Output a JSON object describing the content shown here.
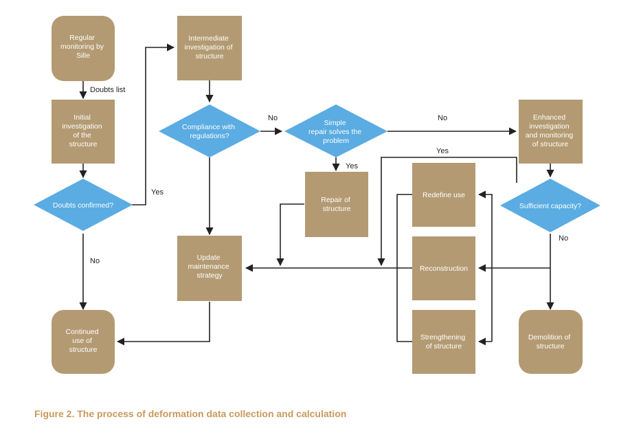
{
  "colors": {
    "box": "#b39a72",
    "decision": "#5aace2",
    "line": "#222222",
    "text": "#ffffff",
    "caption": "#c8995c"
  },
  "nodes": {
    "regular_monitoring": [
      "Regular",
      "monitoring by",
      "Sille"
    ],
    "initial_investigation": [
      "Initial",
      "investigation",
      "of the",
      "structure"
    ],
    "doubts_confirmed": [
      "Doubts confirmed?"
    ],
    "continued_use": [
      "Continued",
      "use of",
      "structure"
    ],
    "intermediate_investigation": [
      "Intermediate",
      "investigation of",
      "structure"
    ],
    "compliance": [
      "Compliance with",
      "regulations?"
    ],
    "update_strategy": [
      "Update",
      "maintenance",
      "strategy"
    ],
    "simple_repair": [
      "Simple",
      "repair solves the",
      "problem"
    ],
    "repair_structure": [
      "Repair of",
      "structure"
    ],
    "enhanced_investigation": [
      "Enhanced",
      "investigation",
      "and monitoring",
      "of structure"
    ],
    "sufficient_capacity": [
      "Sufficient capacity?"
    ],
    "redefine_use": [
      "Redefine use"
    ],
    "reconstruction": [
      "Reconstruction"
    ],
    "strengthening": [
      "Strengthening",
      "of structure"
    ],
    "demolition": [
      "Demolition of",
      "structure"
    ]
  },
  "edge_labels": {
    "doubts_list": "Doubts list",
    "yes_doubts": "Yes",
    "no_doubts": "No",
    "no_compliance": "No",
    "yes_repair": "Yes",
    "no_repair": "No",
    "yes_capacity": "Yes",
    "no_capacity": "No"
  },
  "caption": "Figure 2. The process of deformation data collection and calculation"
}
